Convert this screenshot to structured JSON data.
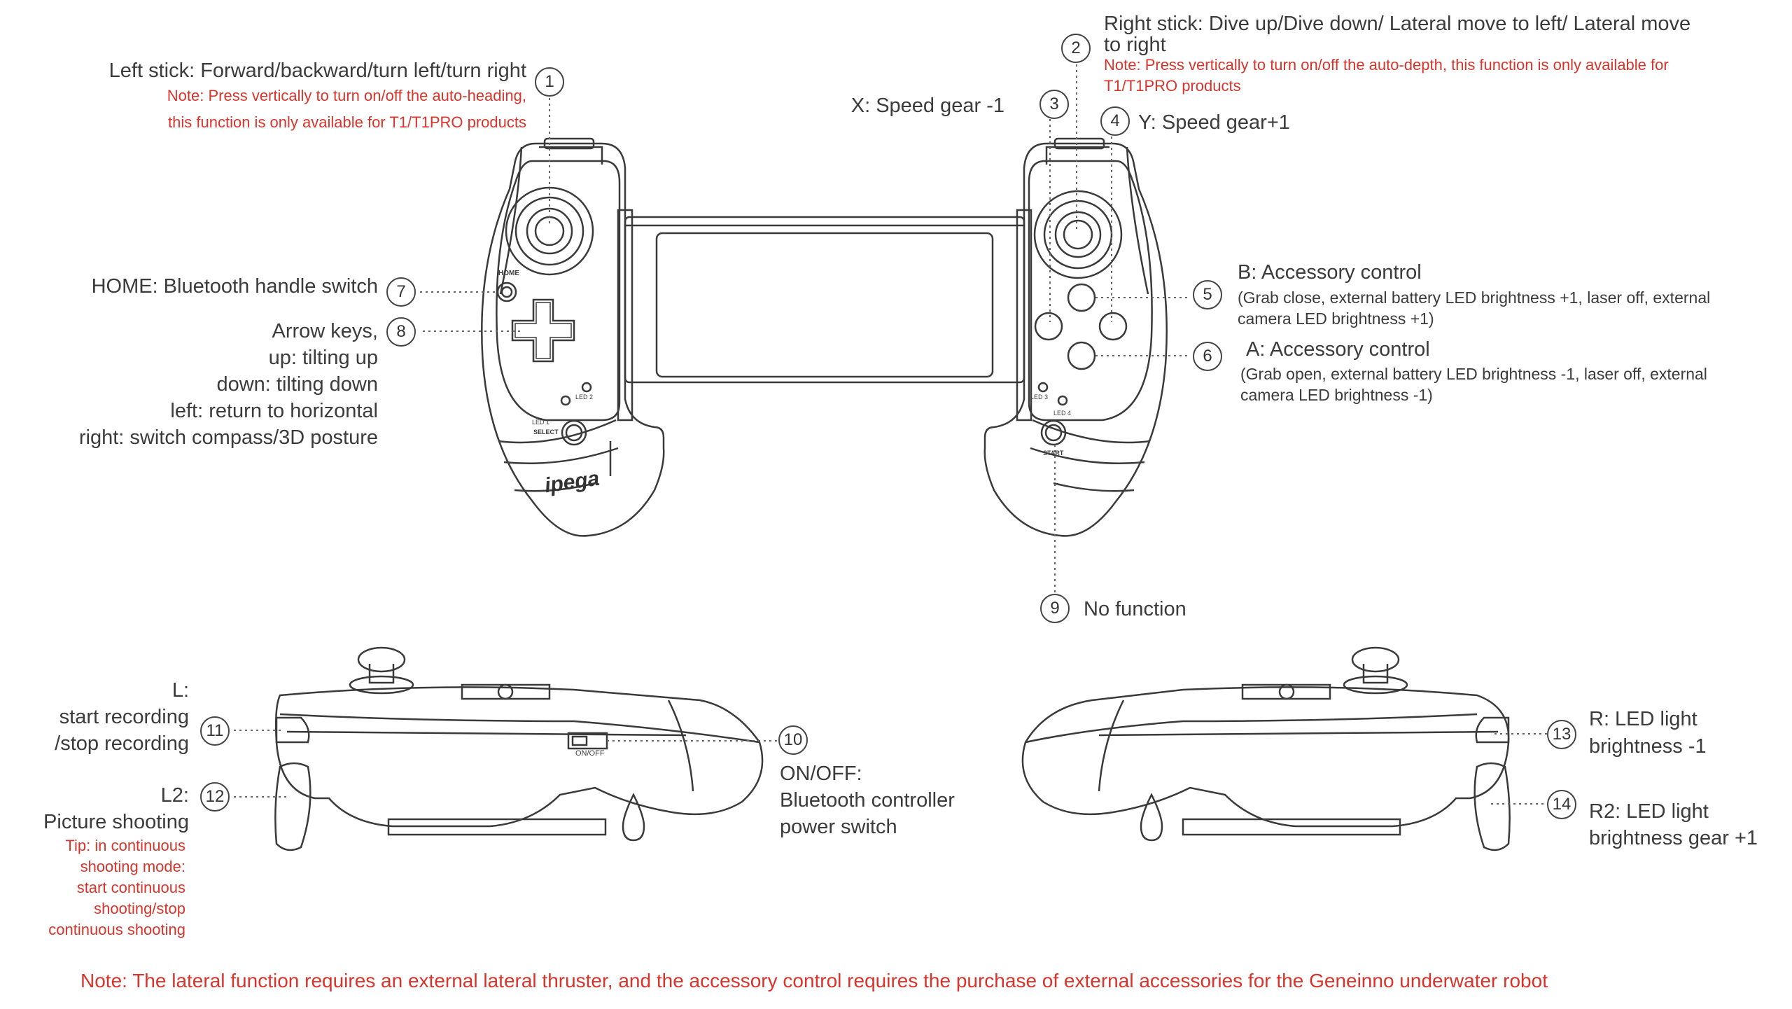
{
  "callouts": {
    "c1": {
      "number": "1",
      "title": "Left stick: Forward/backward/turn left/turn right",
      "note_line1": "Note: Press vertically to turn on/off the auto-heading,",
      "note_line2": "this function is only available for T1/T1PRO products"
    },
    "c2": {
      "number": "2",
      "title_line1": "Right stick: Dive up/Dive down/ Lateral move to left/ Lateral move",
      "title_line2": "to right",
      "note_line1": "Note: Press vertically to turn on/off the auto-depth, this function is only available for",
      "note_line2": "T1/T1PRO products"
    },
    "c3": {
      "number": "3",
      "title": "X: Speed gear -1"
    },
    "c4": {
      "number": "4",
      "title": "Y: Speed gear+1"
    },
    "c5": {
      "number": "5",
      "title": "B: Accessory control",
      "sub_line1": "(Grab close, external battery LED brightness +1, laser off, external",
      "sub_line2": "camera LED brightness +1)"
    },
    "c6": {
      "number": "6",
      "title": "A: Accessory control",
      "sub_line1": "(Grab open, external battery LED brightness -1, laser off, external",
      "sub_line2": "camera LED brightness -1)"
    },
    "c7": {
      "number": "7",
      "title": "HOME: Bluetooth handle switch"
    },
    "c8": {
      "number": "8",
      "lines": [
        "Arrow keys,",
        "up: tilting up",
        "down: tilting down",
        "left: return to horizontal",
        "right: switch compass/3D posture"
      ]
    },
    "c9": {
      "number": "9",
      "title": "No function"
    },
    "c10": {
      "number": "10",
      "lines": [
        "ON/OFF:",
        "Bluetooth controller",
        "power switch"
      ]
    },
    "c11": {
      "number": "11",
      "lines": [
        "L:",
        "start recording",
        "/stop recording"
      ]
    },
    "c12": {
      "number": "12",
      "lines": [
        "L2:",
        "Picture shooting"
      ],
      "tip": [
        "Tip: in continuous",
        "shooting mode:",
        "start continuous",
        "shooting/stop",
        "continuous shooting"
      ]
    },
    "c13": {
      "number": "13",
      "lines": [
        "R: LED light",
        "brightness -1"
      ]
    },
    "c14": {
      "number": "14",
      "lines": [
        "R2: LED light",
        "brightness gear +1"
      ]
    }
  },
  "controller_markings": {
    "home": "HOME",
    "select": "SELECT",
    "start": "START",
    "led1": "LED 1",
    "led2": "LED 2",
    "led3": "LED 3",
    "led4": "LED 4",
    "brand": "ipega",
    "switch": "ON/OFF"
  },
  "footer_note": "Note: The lateral function requires an external lateral thruster, and the accessory control requires the purchase of external accessories for the Geneinno underwater robot",
  "colors": {
    "text": "#3b3b3b",
    "note": "#d9342b",
    "line": "#444444"
  }
}
